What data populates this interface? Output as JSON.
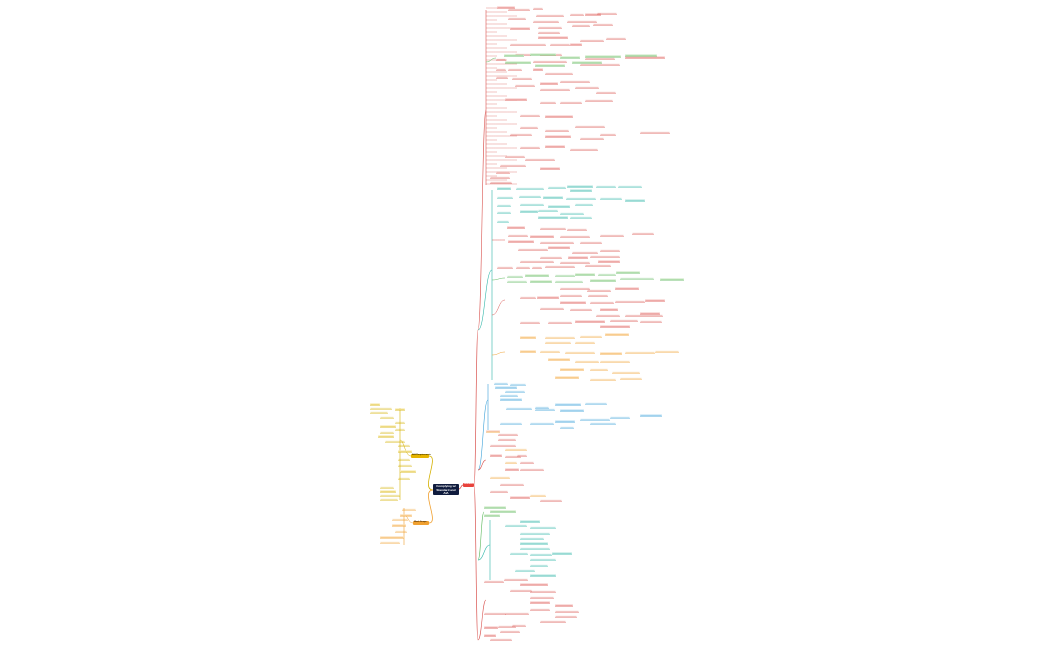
{
  "central_topic": {
    "label": "Complying w/ Standard and AIA"
  },
  "main_topics": {
    "right": {
      "label": "Standard"
    },
    "left_upper": {
      "label": "AIA Requirements"
    },
    "left_lower": {
      "label": "Work Scope"
    }
  },
  "colors": {
    "central_bg": "#0f1b3d",
    "red_branch": "#d9534f",
    "red_fill": "#f9d6d5",
    "green_branch": "#5cb85c",
    "green_fill": "#d9f0d4",
    "teal_branch": "#2fb5a8",
    "teal_fill": "#cdeeea",
    "blue_branch": "#3aa0d8",
    "blue_fill": "#d4ecf8",
    "orange_branch": "#f0a030",
    "orange_fill": "#fde3bd",
    "yellow_branch": "#d4b000",
    "yellow_fill": "#fbf0c0"
  }
}
